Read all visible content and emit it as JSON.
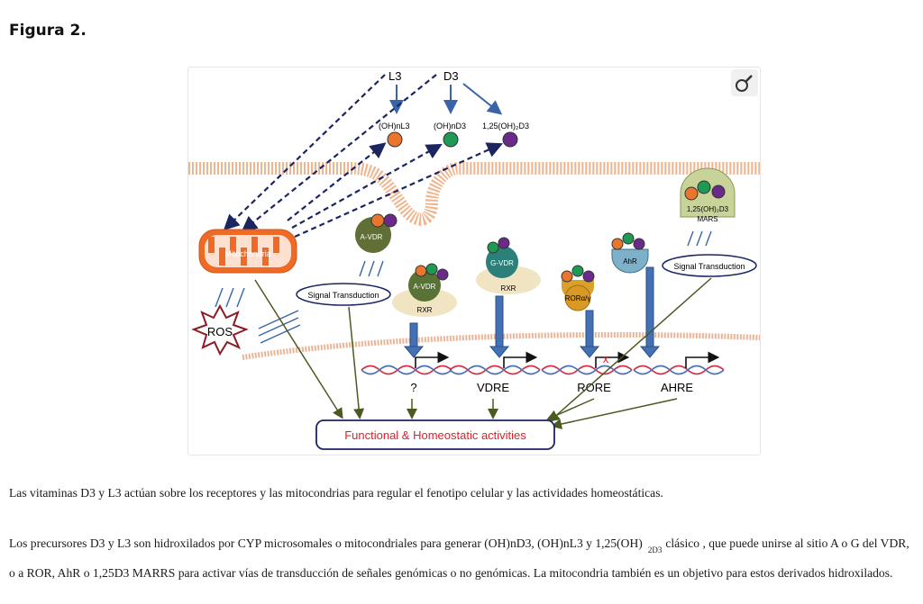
{
  "heading": "Figura 2.",
  "figure": {
    "top_labels": {
      "l3": "L3",
      "d3": "D3"
    },
    "metabolites": [
      "(OH)nL3",
      "(OH)nD3",
      "1,25(OH)₂D3"
    ],
    "mitochondria": "Mitochondria",
    "ros": "ROS",
    "receptors": {
      "avdr_membrane": "A-VDR",
      "avdr_nuclear": "A-VDR",
      "rxr_1": "RXR",
      "gvdr": "G-VDR",
      "rxr_2": "RXR",
      "ror": "RORα/γ",
      "ahr": "AhR",
      "marrs_line1": "1,25(OH)₂D3",
      "marrs_line2": "MARS"
    },
    "signal_transduction_left": "Signal Transduction",
    "signal_transduction_right": "Signal Transduction",
    "response_elements": [
      "?",
      "VDRE",
      "RORE",
      "AHRE"
    ],
    "blocked_mark": "x",
    "outcome": "Functional & Homeostatic activities",
    "colors": {
      "orange": "#e8762d",
      "green": "#1f9a55",
      "purple": "#6a2a8a",
      "arrow_blue": "#3a64a8",
      "dash_navy": "#1b2560",
      "outcome_red": "#e0202a",
      "membrane": "#f2b48c",
      "dark_green_arrow": "#4a5a20"
    }
  },
  "paragraph1": "Las vitaminas D3 y L3 actúan sobre los receptores y las mitocondrias para regular el fenotipo celular y las actividades homeostáticas.",
  "paragraph2": {
    "before_sub": "Los precursores D3 y L3 son hidroxilados por CYP microsomales o mitocondriales para generar (OH)nD3, (OH)nL3 y 1,25(OH)",
    "sub": "2D3",
    "after_sub": "clásico , que puede unirse al sitio A o G del VDR, o a ROR, AhR o 1,25D3 MARRS para activar vías de transducción de señales genómicas o no genómicas. La mitocondria también es un objetivo para estos derivados hidroxilados."
  }
}
